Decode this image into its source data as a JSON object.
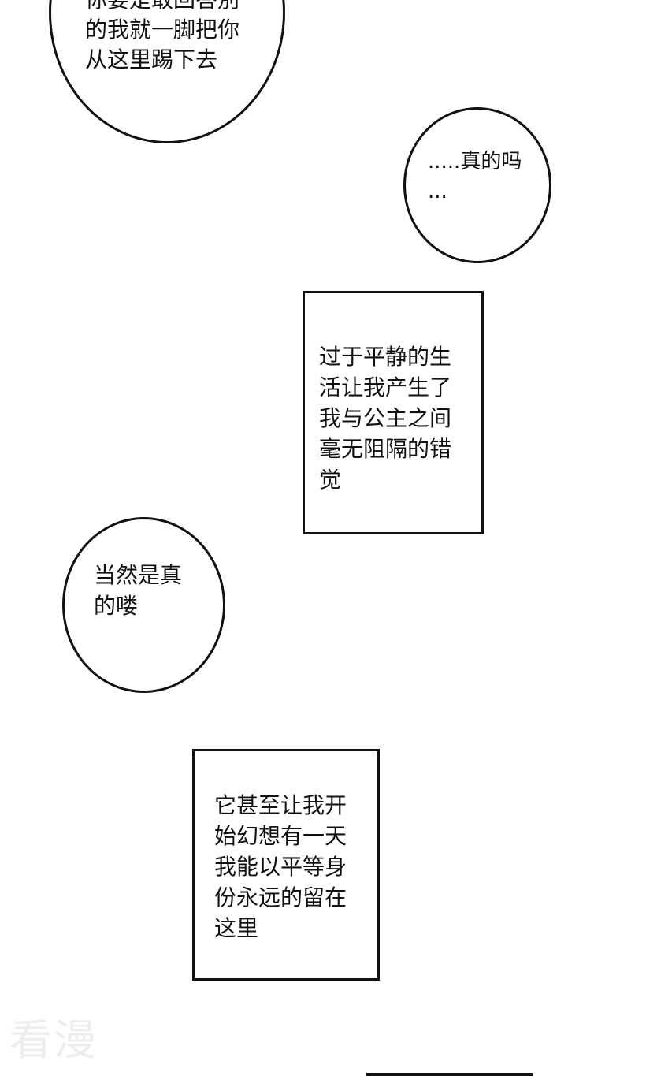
{
  "bubble_top": {
    "lines": [
      "你要是敢回答別",
      "的我就一脚把你",
      "从这里踢下去"
    ]
  },
  "bubble_small": {
    "lines": [
      ".....真的吗",
      "..."
    ]
  },
  "box_one": {
    "lines": [
      "过于平静的生",
      "活让我产生了",
      "我与公主之间",
      "毫无阻隔的错",
      "觉"
    ]
  },
  "bubble_left": {
    "lines": [
      "当然是真",
      "的喽"
    ]
  },
  "box_two": {
    "lines": [
      "它甚至让我开",
      "始幻想有一天",
      "我能以平等身",
      "份永远的留在",
      "这里"
    ]
  },
  "watermark": {
    "text": "看漫"
  }
}
